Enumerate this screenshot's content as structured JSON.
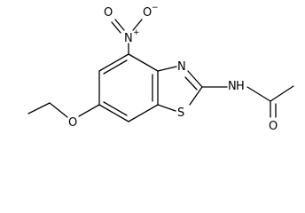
{
  "molecule": {
    "atoms": {
      "nitro_plus": "+",
      "nitro_minus": "−",
      "o_nitro_left": "O",
      "n_nitro": "N",
      "o_nitro_right": "O",
      "n_ring": "N",
      "s_ring": "S",
      "n_amide": "N",
      "h_amide": "H",
      "o_carbonyl": "O",
      "o_ether": "O"
    },
    "ink_color": "#000000",
    "background_color": "#ffffff"
  }
}
